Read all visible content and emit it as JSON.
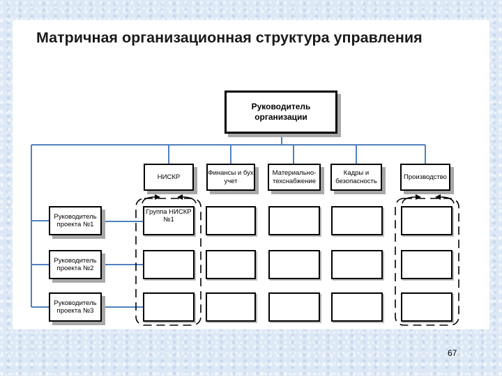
{
  "title": "Матричная организационная структура управления",
  "head": "Руководитель организации",
  "departments": [
    "НИСКР",
    "Финансы и бух учет",
    "Материально-техснабжение",
    "Кадры и безопасность",
    "Производство"
  ],
  "project_managers": [
    "Руководитель проекта №1",
    "Руководитель проекта №2",
    "Руководитель проекта №3"
  ],
  "first_cell": "Группа НИСКР №1",
  "page_number": "67",
  "colors": {
    "connector": "#4f81bd",
    "border": "#000000",
    "shadow": "#a8a8a8"
  }
}
